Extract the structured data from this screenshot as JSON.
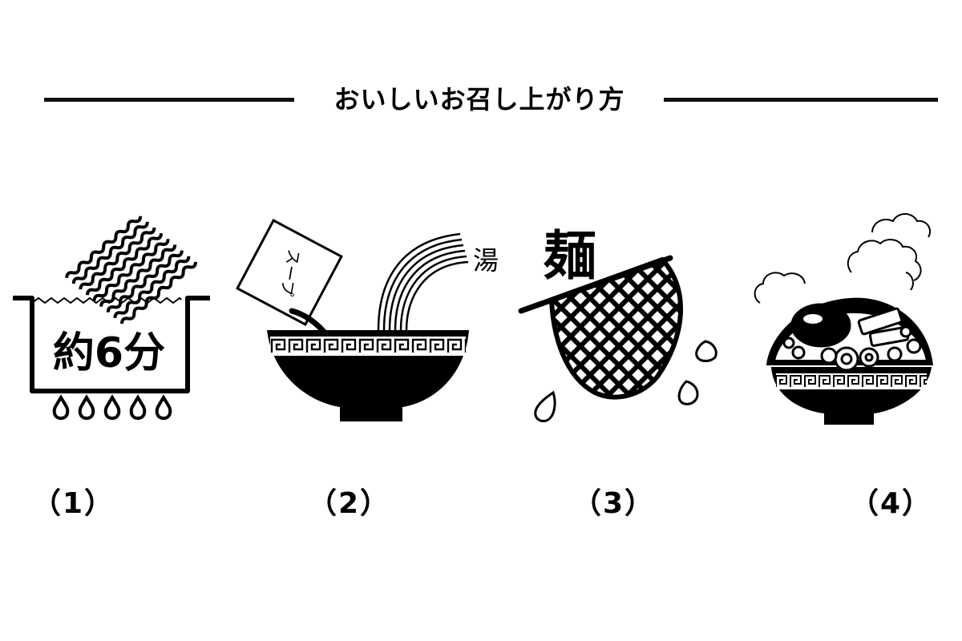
{
  "title": "おいしいお召し上がり方",
  "steps": [
    {
      "number": "（1）",
      "label": "約6分",
      "icon": "boiling-pot-icon"
    },
    {
      "number": "（2）",
      "label": "湯",
      "packet_label": "スープ",
      "icon": "soup-bowl-icon"
    },
    {
      "number": "（3）",
      "label": "麺",
      "icon": "strainer-icon"
    },
    {
      "number": "（4）",
      "label": "",
      "icon": "ramen-bowl-icon"
    }
  ]
}
